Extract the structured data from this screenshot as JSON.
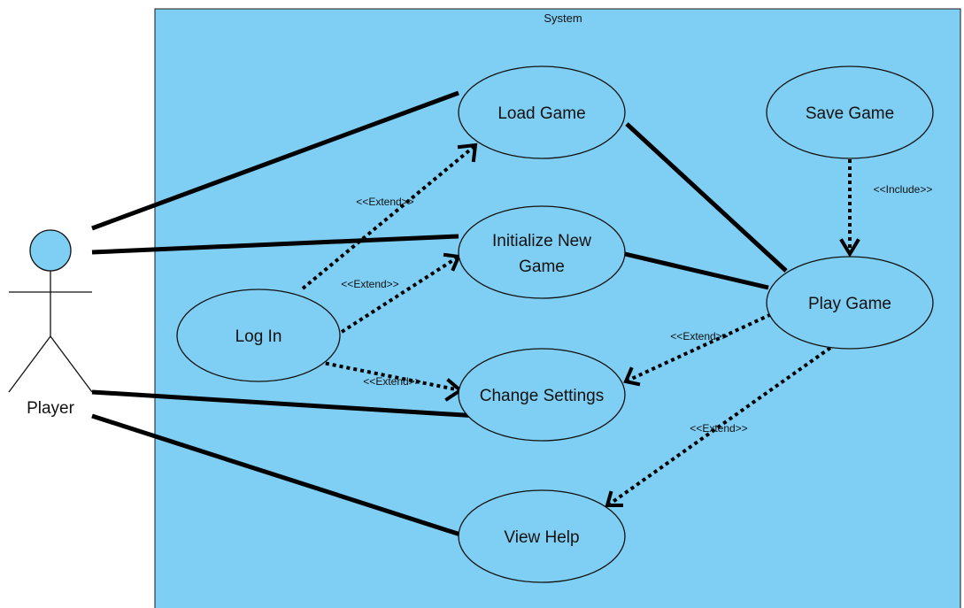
{
  "system": {
    "title": "System"
  },
  "actor": {
    "name": "Player"
  },
  "use_cases": {
    "load_game": [
      "Load Game"
    ],
    "init_new_game": [
      "Initialize New",
      "Game"
    ],
    "log_in": [
      "Log In"
    ],
    "change_settings": [
      "Change Settings"
    ],
    "view_help": [
      "View Help"
    ],
    "save_game": [
      "Save Game"
    ],
    "play_game": [
      "Play Game"
    ]
  },
  "relations": {
    "extend": "<<Extend>>",
    "include": "<<Include>>"
  },
  "colors": {
    "system_fill": "#7fcef3",
    "use_case_fill": "#7fcef3",
    "line": "#000000"
  }
}
